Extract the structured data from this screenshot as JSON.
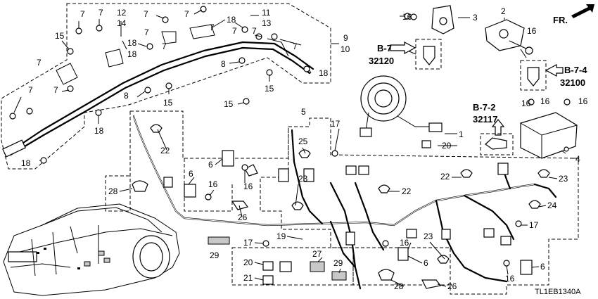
{
  "diagram": {
    "code": "TL1EB1340A",
    "direction_label": "FR.",
    "refs": [
      {
        "ref": "B-7",
        "num": "32120"
      },
      {
        "ref": "B-7-2",
        "num": "32117"
      },
      {
        "ref": "B-7-4",
        "num": "32100"
      }
    ],
    "callouts": {
      "c1": "1",
      "c2": "2",
      "c3": "3",
      "c4": "4",
      "c5": "5",
      "c6": "6",
      "c7": "7",
      "c8": "8",
      "c9": "9",
      "c10": "10",
      "c11": "11",
      "c12": "12",
      "c13": "13",
      "c14": "14",
      "c15": "15",
      "c16": "16",
      "c17": "17",
      "c18": "18",
      "c19": "19",
      "c20": "20",
      "c21": "21",
      "c22": "22",
      "c23": "23",
      "c24": "24",
      "c25": "25",
      "c26": "26",
      "c27": "27",
      "c28": "28",
      "c29": "29"
    }
  }
}
